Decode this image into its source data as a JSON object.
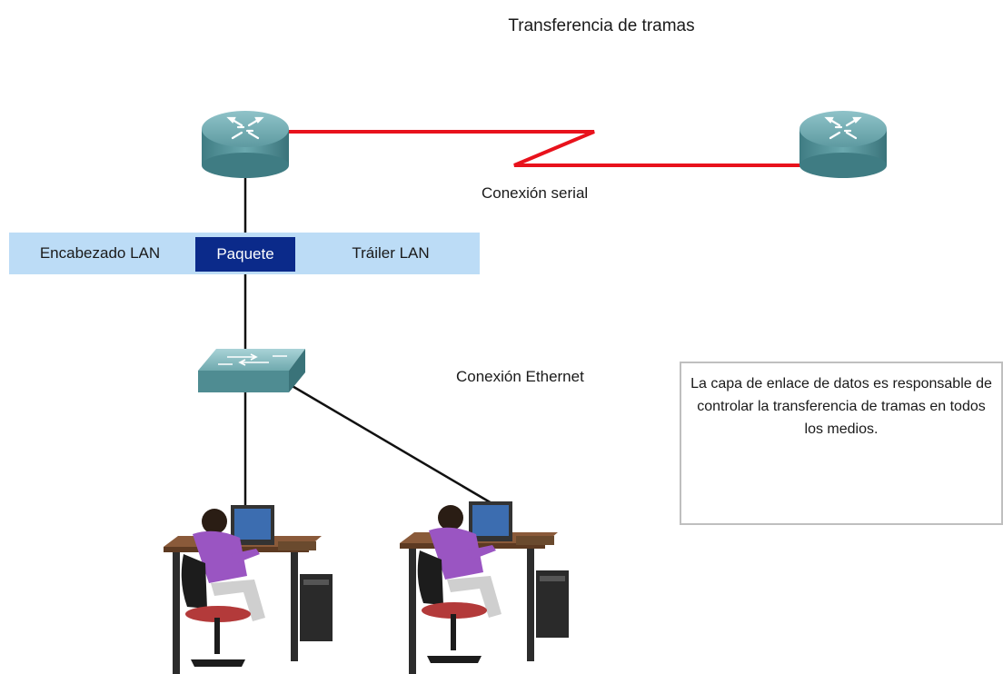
{
  "title": "Transferencia de tramas",
  "labels": {
    "serial": "Conexión serial",
    "ethernet": "Conexión Ethernet"
  },
  "frame": {
    "header": "Encabezado LAN",
    "packet": "Paquete",
    "trailer": "Tráiler LAN"
  },
  "info": "La capa de enlace de datos es responsable de controlar la transferencia de tramas en todos los medios.",
  "colors": {
    "serial_link": "#e8121c",
    "frame_bg": "#bcdcf6",
    "packet_bg": "#0b2a8a",
    "device_teal": "#5a9aa0"
  },
  "icons": [
    "router-icon",
    "router-icon",
    "switch-icon",
    "workstation-icon",
    "workstation-icon"
  ]
}
